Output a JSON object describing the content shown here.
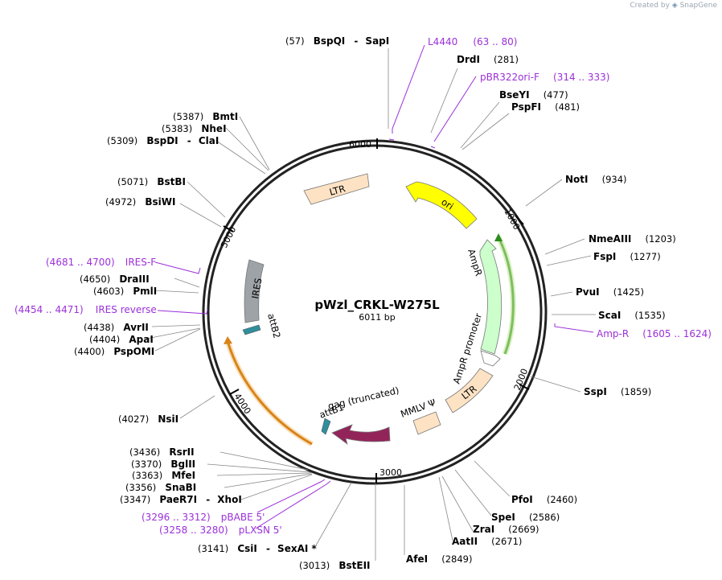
{
  "credit": {
    "prefix": "Created by",
    "brand": "SnapGene"
  },
  "plasmid": {
    "name": "pWzl_CRKL-W275L",
    "length_label": "6011 bp",
    "length": 6011
  },
  "ticks": [
    {
      "pos": 6000,
      "label": "6000"
    },
    {
      "pos": 1000,
      "label": "1000"
    },
    {
      "pos": 2000,
      "label": "2000"
    },
    {
      "pos": 3000,
      "label": "3000"
    },
    {
      "pos": 4000,
      "label": "4000"
    },
    {
      "pos": 5000,
      "label": "5000"
    }
  ],
  "sites": [
    {
      "id": "bspqi-sapi",
      "pos": "(57)",
      "name": "BspQI",
      "name2": "SapI"
    },
    {
      "id": "drdi",
      "pos": "(281)",
      "name": "DrdI"
    },
    {
      "id": "bseyi",
      "pos": "(477)",
      "name": "BseYI"
    },
    {
      "id": "pspfi",
      "pos": "(481)",
      "name": "PspFI"
    },
    {
      "id": "noti",
      "pos": "(934)",
      "name": "NotI"
    },
    {
      "id": "nmeaiii",
      "pos": "(1203)",
      "name": "NmeAIII"
    },
    {
      "id": "fspi",
      "pos": "(1277)",
      "name": "FspI"
    },
    {
      "id": "pvui",
      "pos": "(1425)",
      "name": "PvuI"
    },
    {
      "id": "scai",
      "pos": "(1535)",
      "name": "ScaI"
    },
    {
      "id": "sspi",
      "pos": "(1859)",
      "name": "SspI"
    },
    {
      "id": "pfoi",
      "pos": "(2460)",
      "name": "PfoI"
    },
    {
      "id": "spei",
      "pos": "(2586)",
      "name": "SpeI"
    },
    {
      "id": "zrai",
      "pos": "(2669)",
      "name": "ZraI"
    },
    {
      "id": "aatii",
      "pos": "(2671)",
      "name": "AatII"
    },
    {
      "id": "afei",
      "pos": "(2849)",
      "name": "AfeI"
    },
    {
      "id": "bsteii",
      "pos": "(3013)",
      "name": "BstEII"
    },
    {
      "id": "csii-sexai",
      "pos": "(3141)",
      "name": "CsiI",
      "name2": "SexAI *"
    },
    {
      "id": "paer7i-xhoi",
      "pos": "(3347)",
      "name": "PaeR7I",
      "name2": "XhoI"
    },
    {
      "id": "snabi",
      "pos": "(3356)",
      "name": "SnaBI"
    },
    {
      "id": "mfei",
      "pos": "(3363)",
      "name": "MfeI"
    },
    {
      "id": "bglii",
      "pos": "(3370)",
      "name": "BglII"
    },
    {
      "id": "rsrii",
      "pos": "(3436)",
      "name": "RsrII"
    },
    {
      "id": "nsii",
      "pos": "(4027)",
      "name": "NsiI"
    },
    {
      "id": "pspomi",
      "pos": "(4400)",
      "name": "PspOMI"
    },
    {
      "id": "apai",
      "pos": "(4404)",
      "name": "ApaI"
    },
    {
      "id": "avrii",
      "pos": "(4438)",
      "name": "AvrII"
    },
    {
      "id": "pmli",
      "pos": "(4603)",
      "name": "PmlI"
    },
    {
      "id": "draiii",
      "pos": "(4650)",
      "name": "DraIII"
    },
    {
      "id": "bsiwi",
      "pos": "(4972)",
      "name": "BsiWI"
    },
    {
      "id": "bstbi",
      "pos": "(5071)",
      "name": "BstBI"
    },
    {
      "id": "bspdi-clai",
      "pos": "(5309)",
      "name": "BspDI",
      "name2": "ClaI"
    },
    {
      "id": "nhei",
      "pos": "(5383)",
      "name": "NheI"
    },
    {
      "id": "bmti",
      "pos": "(5387)",
      "name": "BmtI"
    }
  ],
  "primers": [
    {
      "id": "l4440",
      "name": "L4440",
      "range": "(63 .. 80)"
    },
    {
      "id": "pbr322ori-f",
      "name": "pBR322ori-F",
      "range": "(314 .. 333)"
    },
    {
      "id": "amp-r",
      "name": "Amp-R",
      "range": "(1605 .. 1624)"
    },
    {
      "id": "pbabe5",
      "name": "pBABE 5'",
      "range": "(3296 .. 3312)"
    },
    {
      "id": "plxsn5",
      "name": "pLXSN 5'",
      "range": "(3258 .. 3280)"
    },
    {
      "id": "ires-reverse",
      "name": "IRES reverse",
      "range": "(4454 .. 4471)"
    },
    {
      "id": "ires-f",
      "name": "IRES-F",
      "range": "(4681 .. 4700)"
    }
  ],
  "features": [
    {
      "id": "ltr-top",
      "label": "LTR",
      "color": "#fde2c4"
    },
    {
      "id": "ori",
      "label": "ori",
      "color": "#ffff00"
    },
    {
      "id": "ampr",
      "label": "AmpR",
      "color": "#ccffcc"
    },
    {
      "id": "ampr-promoter",
      "label": "AmpR promoter",
      "color": "#ffffff"
    },
    {
      "id": "ltr-bottom",
      "label": "LTR",
      "color": "#fde2c4"
    },
    {
      "id": "mmlv",
      "label": "MMLV Ψ",
      "color": "#fde2c4"
    },
    {
      "id": "gag",
      "label": "gag (truncated)",
      "color": "#93245a"
    },
    {
      "id": "attb1",
      "label": "attB1",
      "color": "#2f8f9d"
    },
    {
      "id": "attb2",
      "label": "attB2",
      "color": "#2f8f9d"
    },
    {
      "id": "ires",
      "label": "IRES",
      "color": "#9ea3a8"
    }
  ],
  "colors": {
    "primer": "#9b30d9",
    "ampr_orf": "#2e8b1e",
    "insert_orf": "#e89a2c",
    "backbone": "#222222"
  }
}
